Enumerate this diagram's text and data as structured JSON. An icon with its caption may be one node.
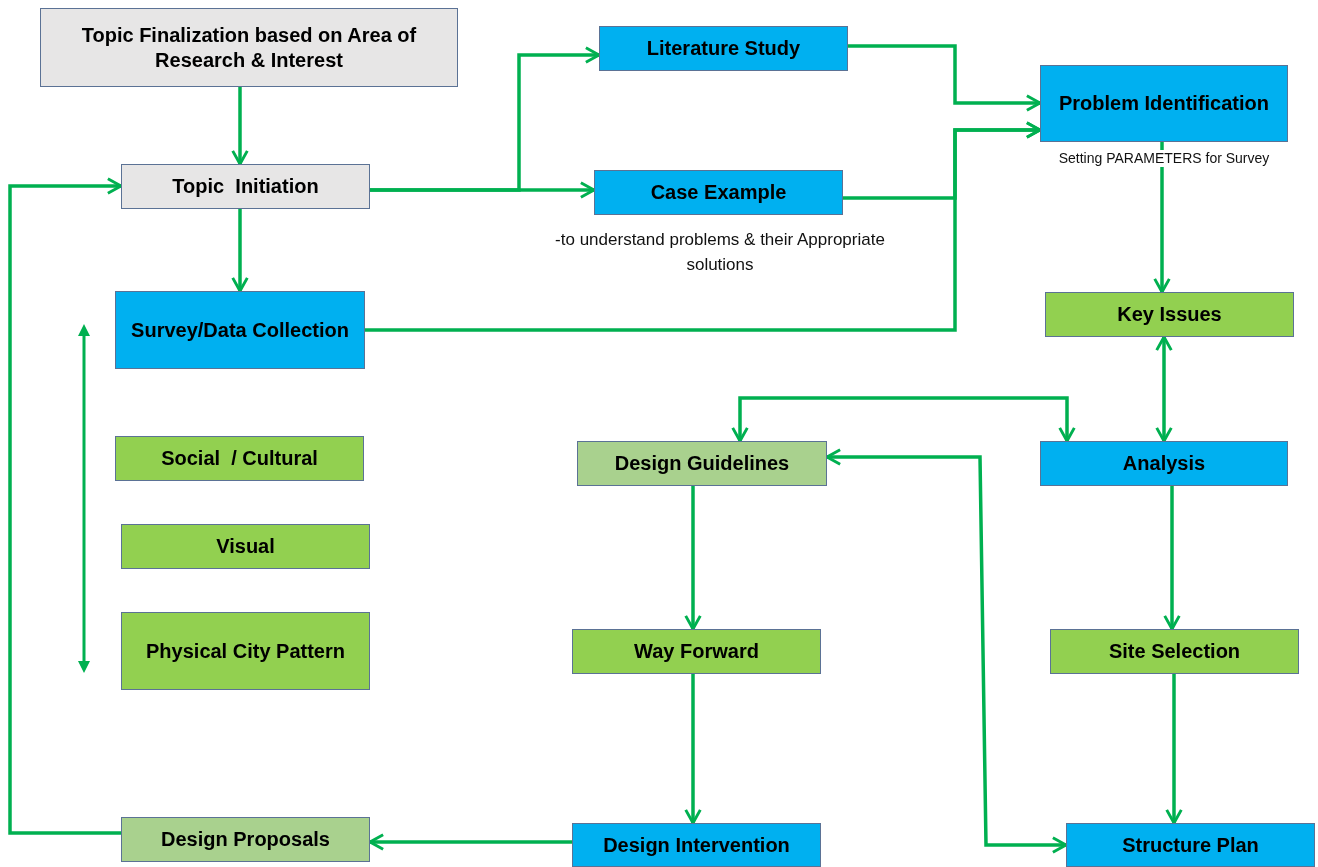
{
  "diagram": {
    "nodes": [
      {
        "text": [
          "Topic Finalization based on Area of Research & Interest"
        ]
      },
      {
        "text": [
          "Topic  Initiation"
        ]
      },
      {
        "text": [
          "Literature Study"
        ]
      },
      {
        "text": [
          "Case Example"
        ],
        "beside": [
          "-to understand problems & their Appropriate solutions"
        ]
      },
      {
        "text": [
          "Problem Identification"
        ],
        "beside": [
          "Setting PARAMETERS for Survey"
        ]
      },
      {
        "text": [
          "Survey/Data Collection"
        ]
      },
      {
        "text": [
          "Key Issues"
        ]
      },
      {
        "text": [
          "Social  / Cultural"
        ]
      },
      {
        "text": [
          "Visual"
        ]
      },
      {
        "text": [
          "Physical City Pattern"
        ]
      },
      {
        "text": [
          "Design Guidelines"
        ]
      },
      {
        "text": [
          "Analysis"
        ]
      },
      {
        "text": [
          "Way Forward"
        ]
      },
      {
        "text": [
          "Site Selection"
        ]
      },
      {
        "text": [
          "Design Proposals"
        ]
      },
      {
        "text": [
          "Design Intervention"
        ]
      },
      {
        "text": [
          "Structure Plan"
        ]
      }
    ],
    "edges": [
      {
        "from": 0,
        "to": 1,
        "arrow": "to"
      },
      {
        "from": 1,
        "to": 2,
        "arrow": "to"
      },
      {
        "from": 1,
        "to": 3,
        "arrow": "to"
      },
      {
        "from": 2,
        "to": 4,
        "arrow": "to"
      },
      {
        "from": 3,
        "to": 4,
        "arrow": "to"
      },
      {
        "from": 5,
        "to": 4,
        "arrow": "to"
      },
      {
        "from": 1,
        "to": 5,
        "arrow": "to"
      },
      {
        "from": 4,
        "to": 6,
        "arrow": "to"
      },
      {
        "from": 6,
        "to": 11,
        "arrow": "both"
      },
      {
        "from": 10,
        "to": 11,
        "arrow": "both"
      },
      {
        "from": 11,
        "to": 13,
        "arrow": "to"
      },
      {
        "from": 13,
        "to": 16,
        "arrow": "to"
      },
      {
        "from": 10,
        "to": 16,
        "arrow": "both"
      },
      {
        "from": 10,
        "to": 12,
        "arrow": "to"
      },
      {
        "from": 12,
        "to": 15,
        "arrow": "to"
      },
      {
        "from": 15,
        "to": 14,
        "arrow": "to"
      },
      {
        "from": 14,
        "to": 1,
        "arrow": "to"
      }
    ]
  }
}
